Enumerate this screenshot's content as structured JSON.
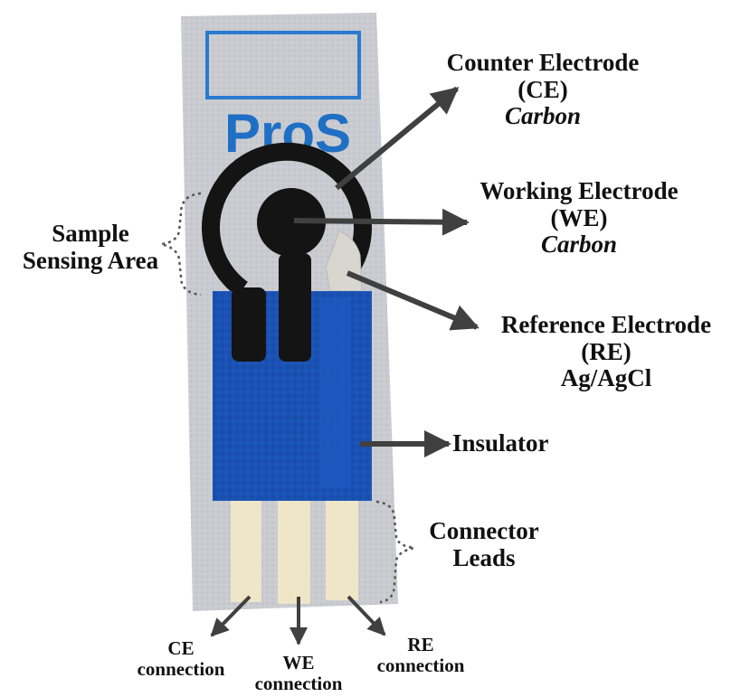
{
  "strip": {
    "brand": "ProS",
    "colors": {
      "strip": "#c9cbd0",
      "brand_blue": "#1f6fc4",
      "electrode": "#141414",
      "insulator": "#1a4fb0",
      "lead": "#efe6c8",
      "reference": "#d8d6cf"
    }
  },
  "labels": {
    "counter": {
      "line1": "Counter Electrode",
      "line2": "(CE)",
      "line3": "Carbon"
    },
    "working": {
      "line1": "Working Electrode",
      "line2": "(WE)",
      "line3": "Carbon"
    },
    "reference": {
      "line1": "Reference Electrode",
      "line2": "(RE)",
      "line3": "Ag/AgCl"
    },
    "insulator": {
      "line1": "Insulator"
    },
    "sample": {
      "line1": "Sample",
      "line2": "Sensing Area"
    },
    "connector": {
      "line1": "Connector",
      "line2": "Leads"
    },
    "ce_conn": {
      "line1": "CE",
      "line2": "connection"
    },
    "we_conn": {
      "line1": "WE",
      "line2": "connection"
    },
    "re_conn": {
      "line1": "RE",
      "line2": "connection"
    }
  }
}
